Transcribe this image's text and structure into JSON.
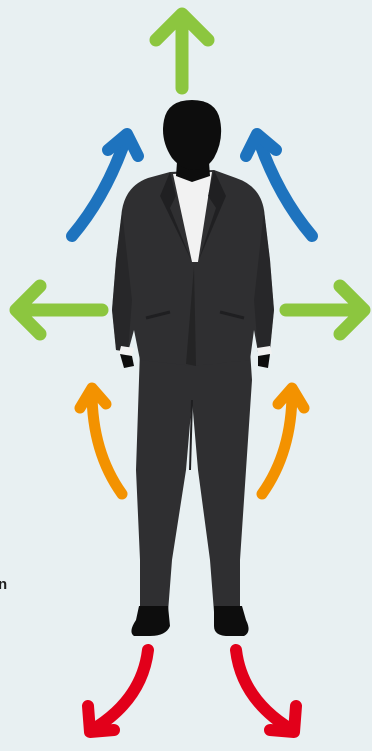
{
  "colors": {
    "background": "#e8f0f2",
    "arrow_up": "#8cc63f",
    "arrow_upper_diagonal": "#1e73be",
    "arrow_side": "#8cc63f",
    "arrow_lower_curve": "#f39200",
    "arrow_down": "#e2001a",
    "suit": "#2f2f31",
    "suit_shade": "#1f1f21",
    "shirt": "#f2f2f2",
    "silhouette": "#0d0d0d"
  },
  "icons": {
    "figure": "person-in-suit-silhouette",
    "arrows": [
      "arrow-up",
      "arrow-curve-up-left",
      "arrow-curve-up-right",
      "arrow-left",
      "arrow-right",
      "arrow-curve-lower-left",
      "arrow-curve-lower-right",
      "arrow-down-left",
      "arrow-down-right"
    ]
  },
  "edge_text": "n"
}
